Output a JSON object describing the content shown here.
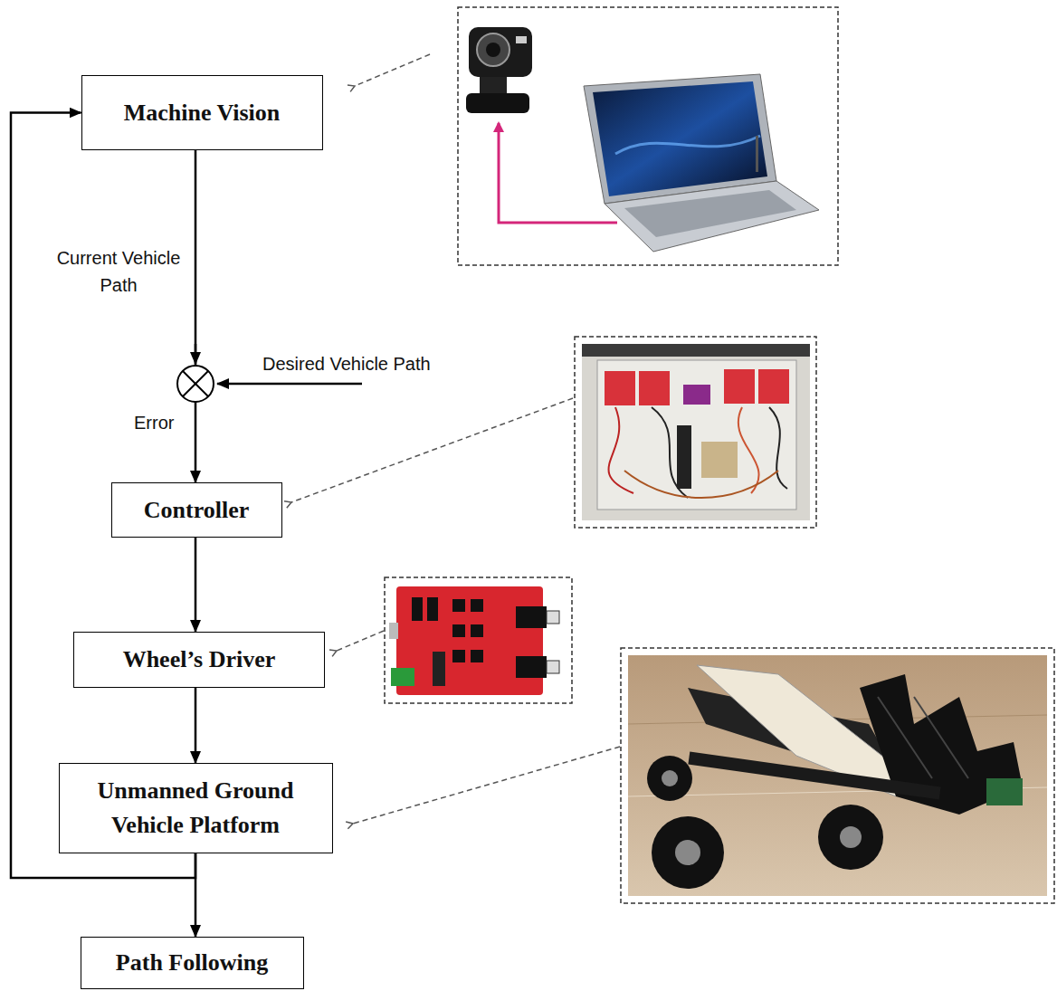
{
  "diagram": {
    "nodes": [
      {
        "text": [
          "Machine Vision"
        ]
      },
      {
        "text": [
          "Controller"
        ]
      },
      {
        "text": [
          "Wheel’s Driver"
        ]
      },
      {
        "text": [
          "Unmanned Ground Vehicle Platform"
        ]
      },
      {
        "text": [
          "Path Following"
        ]
      }
    ],
    "edges": [
      {
        "from": 0,
        "to": 1,
        "arrow": "to",
        "label": "Current Vehicle Path"
      },
      {
        "from": 1,
        "to": 2,
        "arrow": "to"
      },
      {
        "from": 2,
        "to": 3,
        "arrow": "to"
      },
      {
        "from": 3,
        "to": 4,
        "arrow": "to"
      },
      {
        "from": 3,
        "to": 0,
        "arrow": "to"
      }
    ],
    "labels": [
      "Desired Vehicle Path",
      "Error"
    ]
  }
}
